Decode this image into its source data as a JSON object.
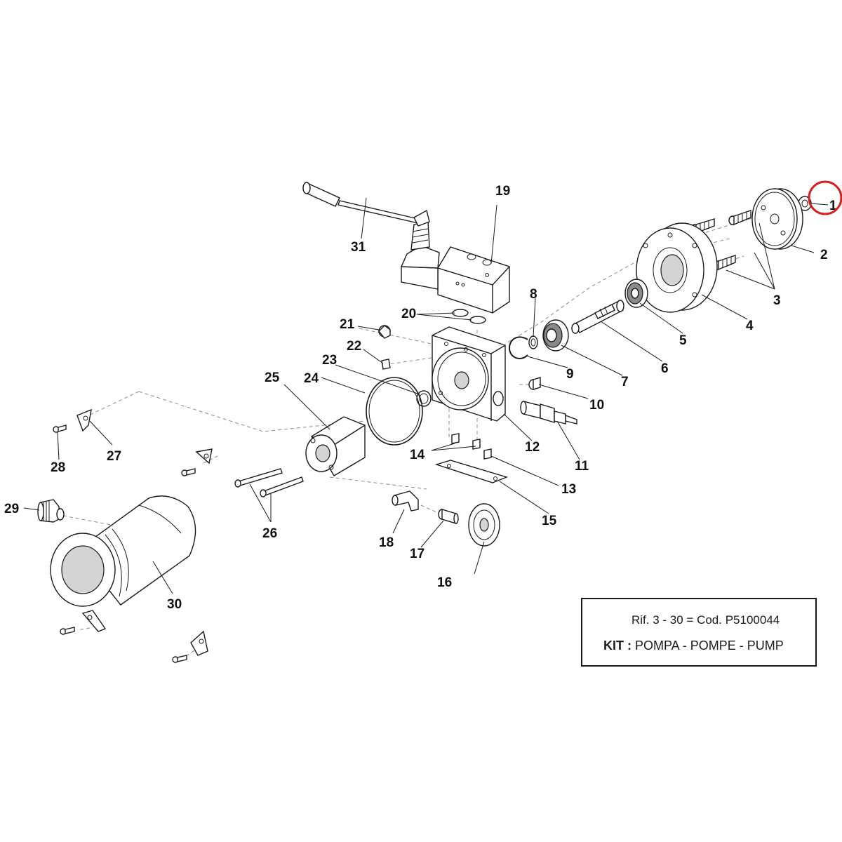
{
  "colors": {
    "line": "#1a1a1a",
    "highlight": "#d62020",
    "background": "#ffffff"
  },
  "highlighted_callout": "1",
  "callouts": {
    "c1": "1",
    "c2": "2",
    "c3": "3",
    "c4": "4",
    "c5": "5",
    "c6": "6",
    "c7": "7",
    "c8": "8",
    "c9": "9",
    "c10": "10",
    "c11": "11",
    "c12": "12",
    "c13": "13",
    "c14": "14",
    "c15": "15",
    "c16": "16",
    "c17": "17",
    "c18": "18",
    "c19": "19",
    "c20": "20",
    "c21": "21",
    "c22": "22",
    "c23": "23",
    "c24": "24",
    "c25": "25",
    "c26": "26",
    "c27": "27",
    "c28": "28",
    "c29": "29",
    "c30": "30",
    "c31": "31"
  },
  "legend": {
    "ref_text": "Rif. 3 - 30 = Cod.",
    "code": "P5100044",
    "kit_label": "KIT :",
    "kit_text": "POMPA - POMPE - PUMP"
  }
}
